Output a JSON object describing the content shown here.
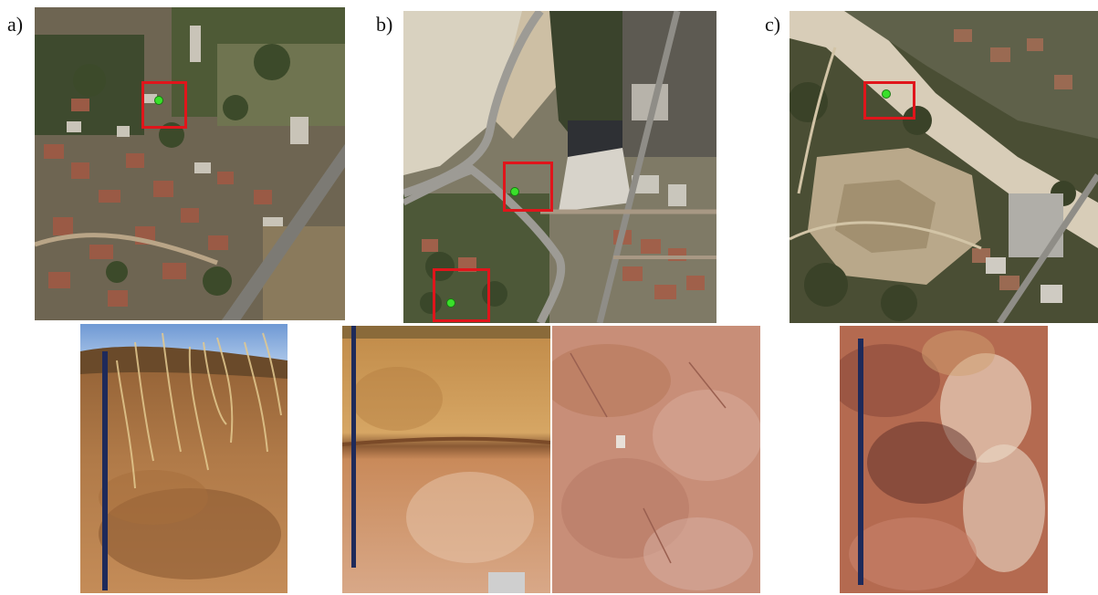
{
  "figure": {
    "panels": [
      {
        "label": "a)",
        "aerial": "urban-aerial",
        "sites": 1,
        "photos": 1
      },
      {
        "label": "b)",
        "aerial": "road-junction-aerial",
        "sites": 2,
        "photos": 2
      },
      {
        "label": "c)",
        "aerial": "vegetated-aerial",
        "sites": 1,
        "photos": 1
      }
    ],
    "colors": {
      "site_box": "#e0151b",
      "site_point": "#39e02a",
      "scale_rod": "#1e2a5a"
    }
  }
}
